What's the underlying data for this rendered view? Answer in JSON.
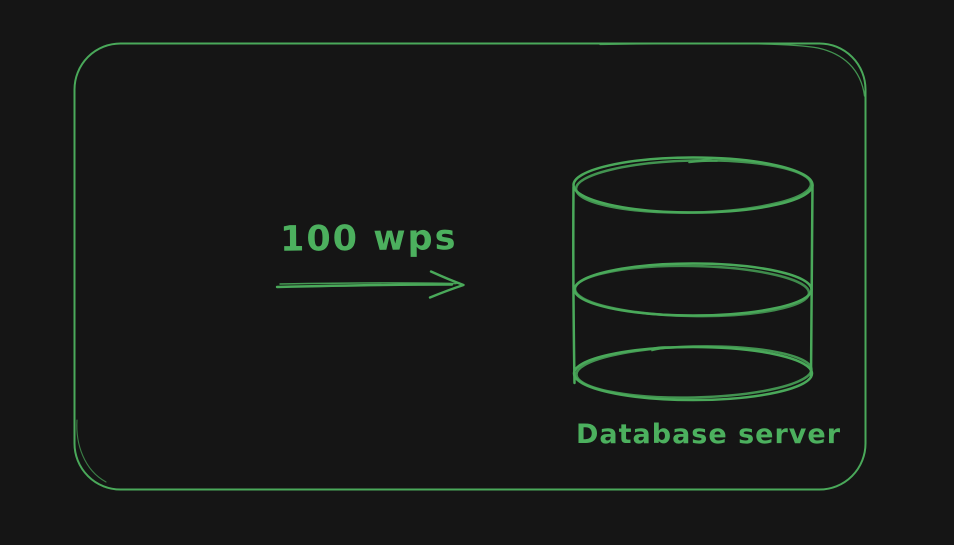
{
  "canvas": {
    "background": "#151515"
  },
  "colors": {
    "stroke": "#4aa95a",
    "text": "#4cb05e"
  },
  "frame": {
    "shape": "rounded-rectangle",
    "style": "hand-drawn"
  },
  "flow": {
    "rate_label": "100 wps",
    "arrow_direction": "right"
  },
  "database": {
    "label": "Database server",
    "icon": "database-cylinder-icon"
  }
}
